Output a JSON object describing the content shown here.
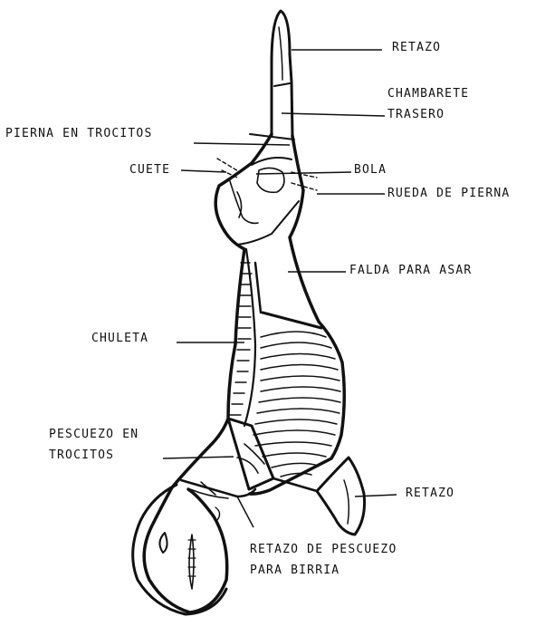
{
  "labels": {
    "retazo_top": "RETAZO",
    "chambarete_line1": "CHAMBARETE",
    "chambarete_line2": "TRASERO",
    "pierna_trocitos": "PIERNA EN TROCITOS",
    "cuete": "CUETE",
    "bola": "BOLA",
    "rueda_pierna": "RUEDA DE PIERNA",
    "falda_asar": "FALDA PARA ASAR",
    "chuleta": "CHULETA",
    "pescuezo_line1": "PESCUEZO EN",
    "pescuezo_line2": "TROCITOS",
    "retazo_bottom": "RETAZO",
    "retazo_pescuezo_line1": "RETAZO DE PESCUEZO",
    "retazo_pescuezo_line2": "PARA BIRRIA"
  }
}
